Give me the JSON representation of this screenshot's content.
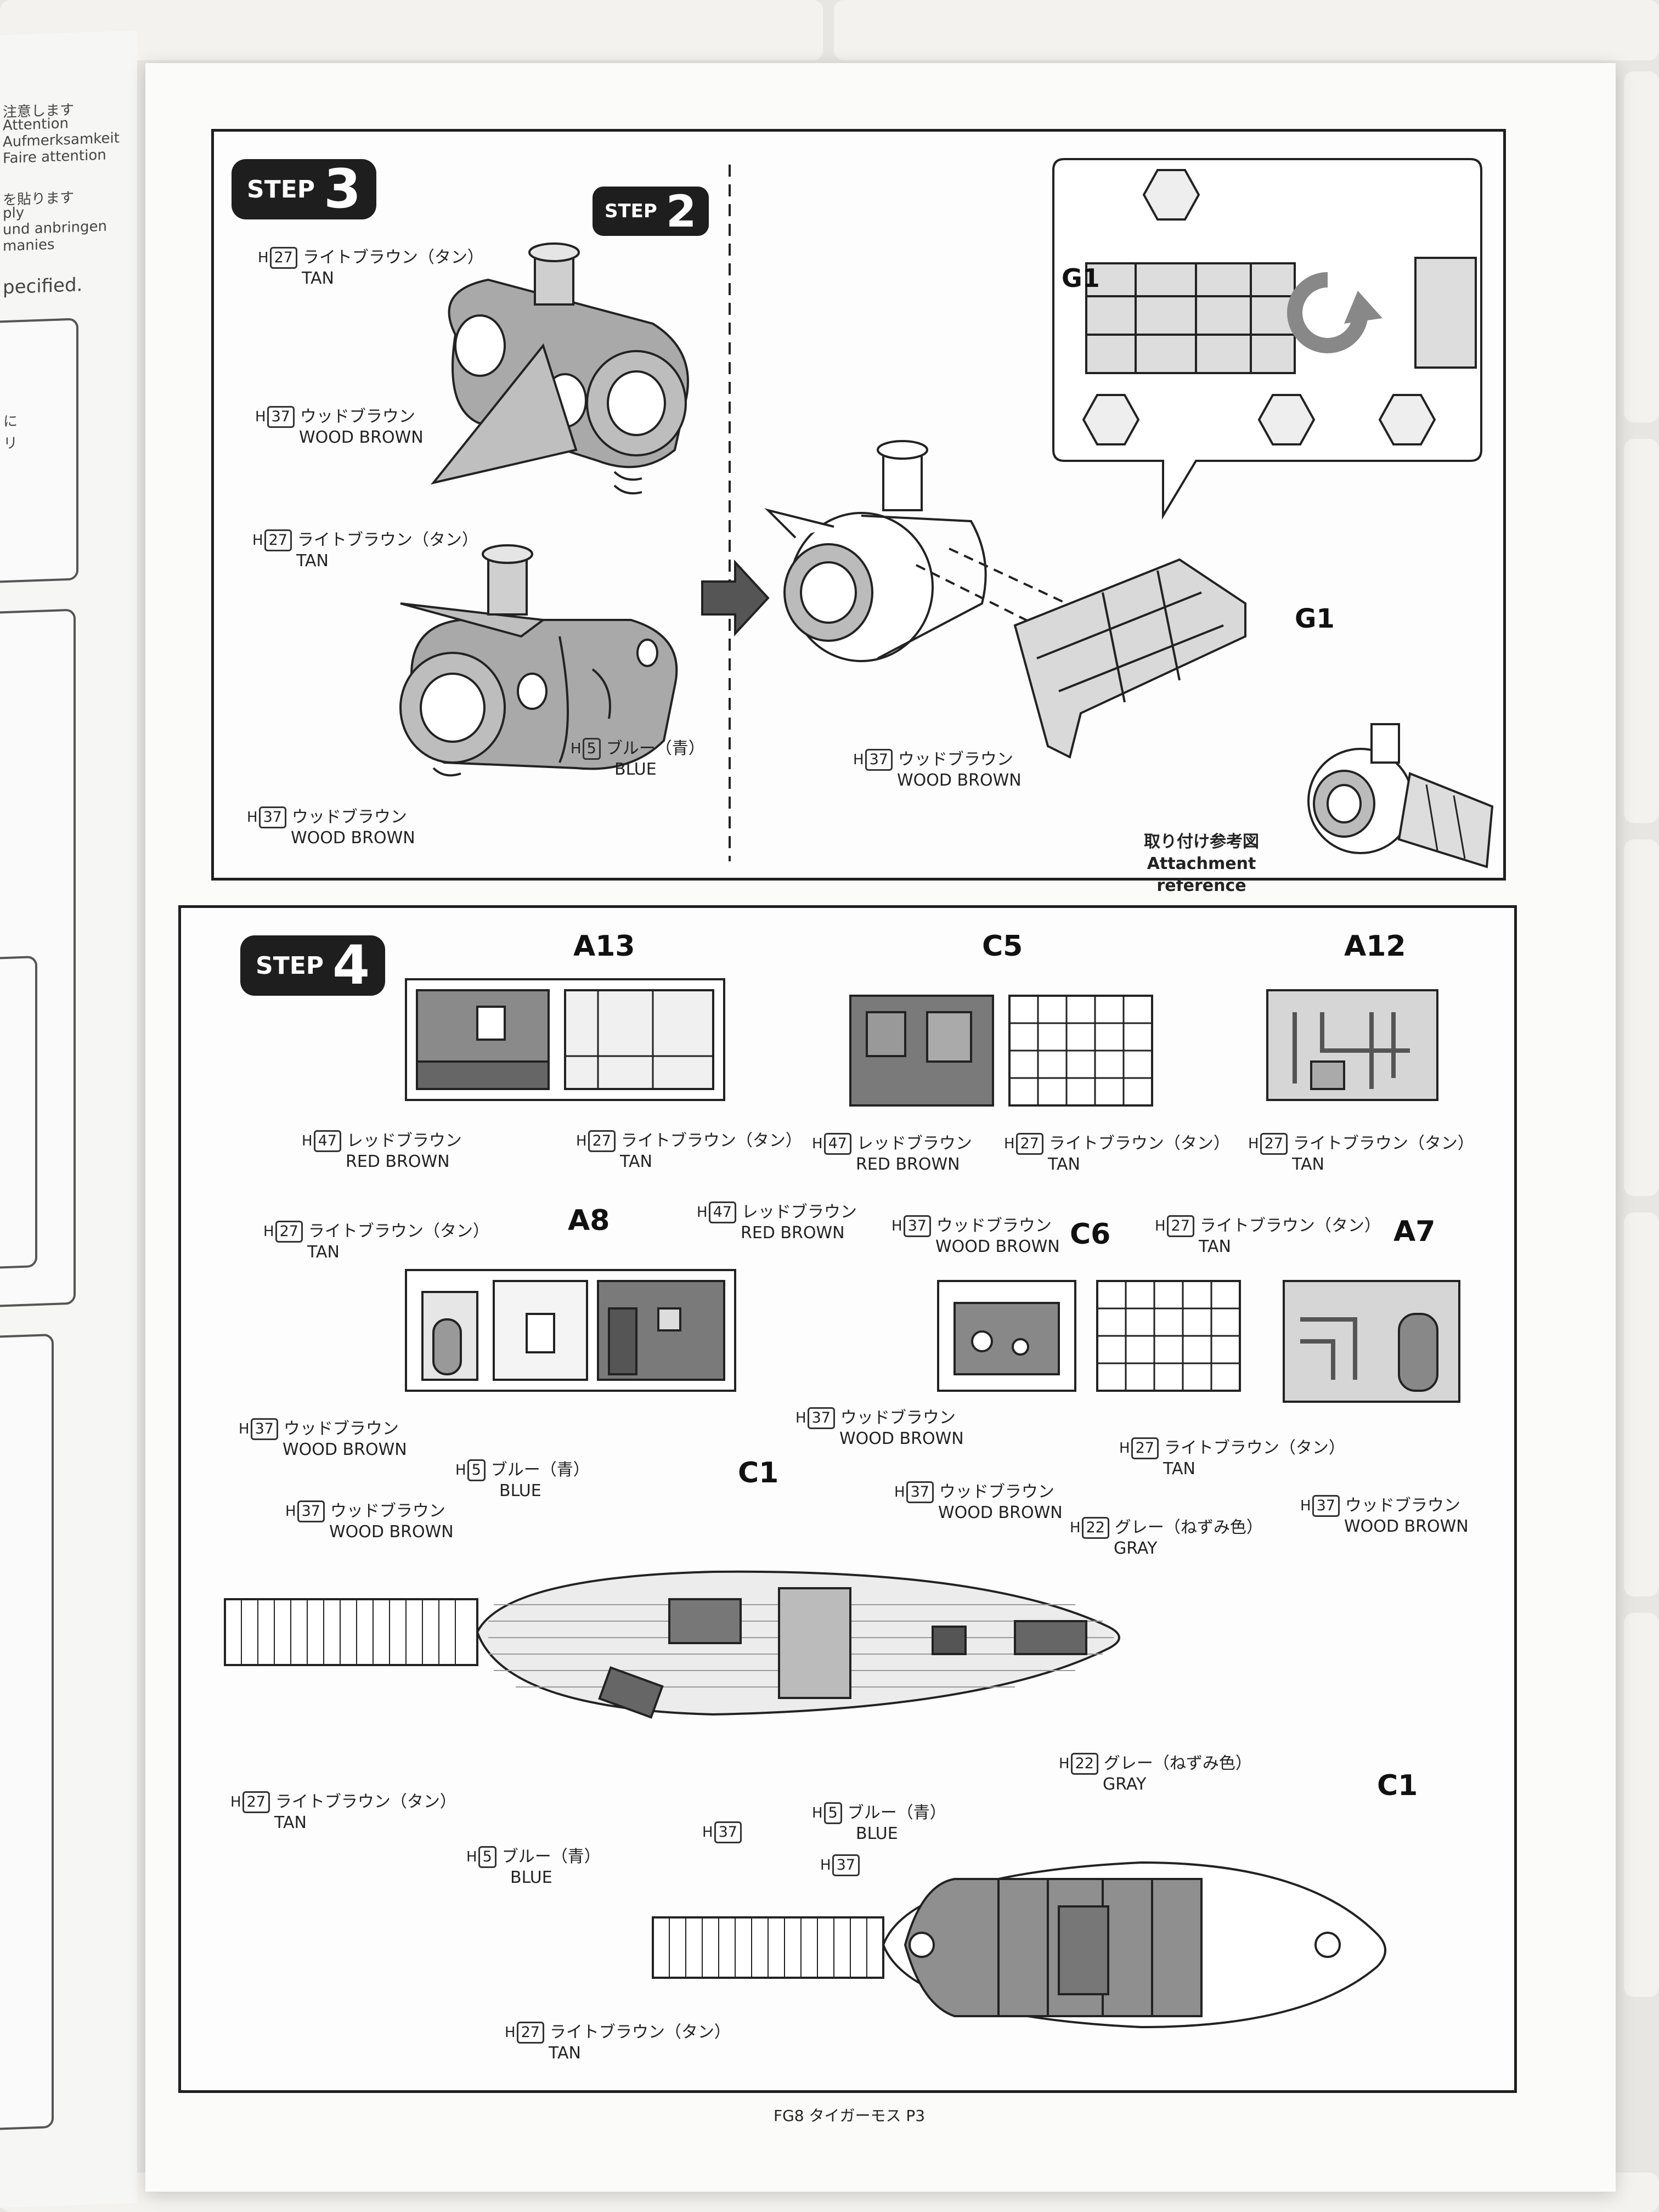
{
  "left_page": {
    "fragments": [
      "注意します",
      "Attention",
      "Aufmerksamkeit",
      "Faire attention",
      "を貼ります",
      "ply",
      "und anbringen",
      "manies",
      "pecified.",
      "に",
      "リ"
    ]
  },
  "step3": {
    "badge_word": "STEP",
    "badge_number": "3",
    "sub_badge_word": "STEP",
    "sub_badge_number": "2",
    "labels": [
      {
        "h": "H",
        "num": "27",
        "jp": "ライトブラウン（タン）",
        "en": "TAN"
      },
      {
        "h": "H",
        "num": "37",
        "jp": "ウッドブラウン",
        "en": "WOOD BROWN"
      },
      {
        "h": "H",
        "num": "27",
        "jp": "ライトブラウン（タン）",
        "en": "TAN"
      },
      {
        "h": "H",
        "num": "5",
        "jp": "ブルー（青）",
        "en": "BLUE"
      },
      {
        "h": "H",
        "num": "37",
        "jp": "ウッドブラウン",
        "en": "WOOD BROWN"
      },
      {
        "h": "H",
        "num": "37",
        "jp": "ウッドブラウン",
        "en": "WOOD BROWN"
      }
    ],
    "parts": [
      "G1",
      "G1"
    ],
    "attachment_jp": "取り付け参考図",
    "attachment_en": "Attachment reference"
  },
  "step4": {
    "badge_word": "STEP",
    "badge_number": "4",
    "parts": [
      "A13",
      "C5",
      "A12",
      "A8",
      "C6",
      "A7",
      "C1",
      "C1"
    ],
    "labels": [
      {
        "h": "H",
        "num": "47",
        "jp": "レッドブラウン",
        "en": "RED BROWN"
      },
      {
        "h": "H",
        "num": "27",
        "jp": "ライトブラウン（タン）",
        "en": "TAN"
      },
      {
        "h": "H",
        "num": "47",
        "jp": "レッドブラウン",
        "en": "RED BROWN"
      },
      {
        "h": "H",
        "num": "27",
        "jp": "ライトブラウン（タン）",
        "en": "TAN"
      },
      {
        "h": "H",
        "num": "27",
        "jp": "ライトブラウン（タン）",
        "en": "TAN"
      },
      {
        "h": "H",
        "num": "27",
        "jp": "ライトブラウン（タン）",
        "en": "TAN"
      },
      {
        "h": "H",
        "num": "47",
        "jp": "レッドブラウン",
        "en": "RED BROWN"
      },
      {
        "h": "H",
        "num": "37",
        "jp": "ウッドブラウン",
        "en": "WOOD BROWN"
      },
      {
        "h": "H",
        "num": "27",
        "jp": "ライトブラウン（タン）",
        "en": "TAN"
      },
      {
        "h": "H",
        "num": "37",
        "jp": "ウッドブラウン",
        "en": "WOOD BROWN"
      },
      {
        "h": "H",
        "num": "37",
        "jp": "ウッドブラウン",
        "en": "WOOD BROWN"
      },
      {
        "h": "H",
        "num": "27",
        "jp": "ライトブラウン（タン）",
        "en": "TAN"
      },
      {
        "h": "H",
        "num": "37",
        "jp": "ウッドブラウン",
        "en": "WOOD BROWN"
      },
      {
        "h": "H",
        "num": "5",
        "jp": "ブルー（青）",
        "en": "BLUE"
      },
      {
        "h": "H",
        "num": "37",
        "jp": "ウッドブラウン",
        "en": "WOOD BROWN"
      },
      {
        "h": "H",
        "num": "37",
        "jp": "ウッドブラウン",
        "en": "WOOD BROWN"
      },
      {
        "h": "H",
        "num": "22",
        "jp": "グレー（ねずみ色）",
        "en": "GRAY"
      },
      {
        "h": "H",
        "num": "27",
        "jp": "ライトブラウン（タン）",
        "en": "TAN"
      },
      {
        "h": "H",
        "num": "37",
        "jp": "",
        "en": ""
      },
      {
        "h": "H",
        "num": "5",
        "jp": "ブルー（青）",
        "en": "BLUE"
      },
      {
        "h": "H",
        "num": "5",
        "jp": "ブルー（青）",
        "en": "BLUE"
      },
      {
        "h": "H",
        "num": "22",
        "jp": "グレー（ねずみ色）",
        "en": "GRAY"
      },
      {
        "h": "H",
        "num": "37",
        "jp": "",
        "en": ""
      },
      {
        "h": "H",
        "num": "27",
        "jp": "ライトブラウン（タン）",
        "en": "TAN"
      }
    ]
  },
  "footer": "FG8 タイガーモス P3"
}
